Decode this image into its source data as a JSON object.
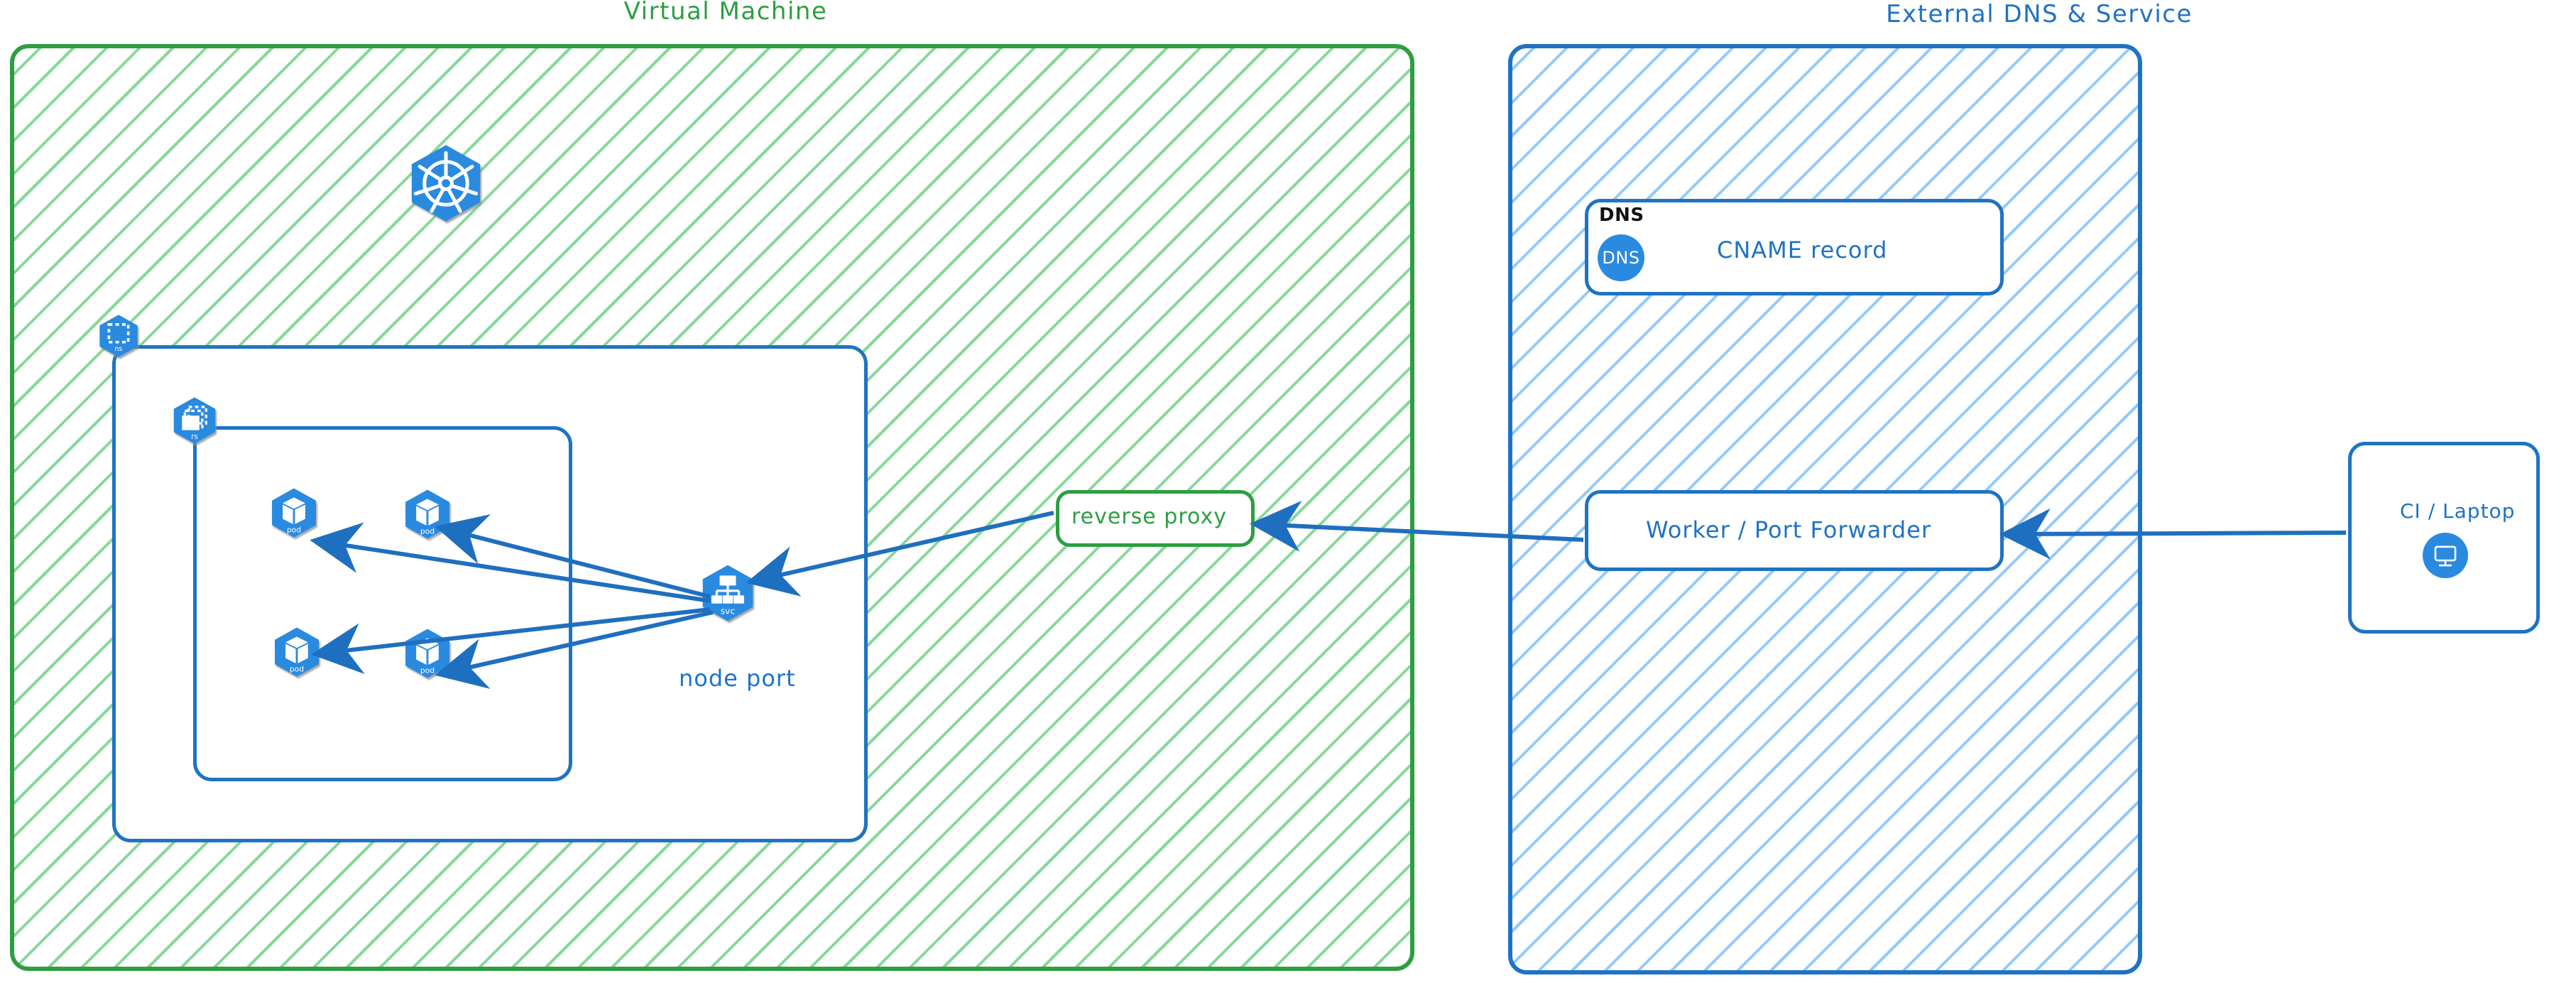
{
  "diagram": {
    "title_left": "Virtual Machine",
    "title_right": "External DNS & Service",
    "colors": {
      "green_stroke": "#2d9e41",
      "green_hatch": "#81d694",
      "blue_stroke": "#1f73c4",
      "blue_hatch": "#8ec7fb",
      "k8s_blue": "#2a8ae0",
      "arrow_blue": "#1f6fc0",
      "black_text": "#111111"
    }
  },
  "vm_zone": {
    "title": "Virtual Machine",
    "namespace": {
      "icon_label": "ns",
      "icon_name": "namespace-icon"
    },
    "replicaset": {
      "icon_label": "rs",
      "icon_name": "replicaset-icon"
    },
    "kubernetes_logo": {
      "icon_name": "kubernetes-logo"
    },
    "pods": [
      {
        "label": "pod"
      },
      {
        "label": "pod"
      },
      {
        "label": "pod"
      },
      {
        "label": "pod"
      }
    ],
    "service": {
      "icon_label": "svc",
      "caption": "node port"
    },
    "reverse_proxy": {
      "label": "reverse proxy"
    }
  },
  "external_zone": {
    "title": "External DNS & Service",
    "dns_card": {
      "tag": "DNS",
      "icon_label": "DNS",
      "label": "CNAME record"
    },
    "worker_card": {
      "label": "Worker / Port Forwarder"
    }
  },
  "client": {
    "label": "CI / Laptop",
    "icon_name": "desktop-monitor-icon"
  },
  "arrows": [
    {
      "from": "service",
      "to": "pod-1"
    },
    {
      "from": "service",
      "to": "pod-2"
    },
    {
      "from": "service",
      "to": "pod-3"
    },
    {
      "from": "service",
      "to": "pod-4"
    },
    {
      "from": "reverse-proxy",
      "to": "service"
    },
    {
      "from": "worker-port-forwarder",
      "to": "reverse-proxy"
    },
    {
      "from": "ci-laptop",
      "to": "worker-port-forwarder"
    }
  ]
}
